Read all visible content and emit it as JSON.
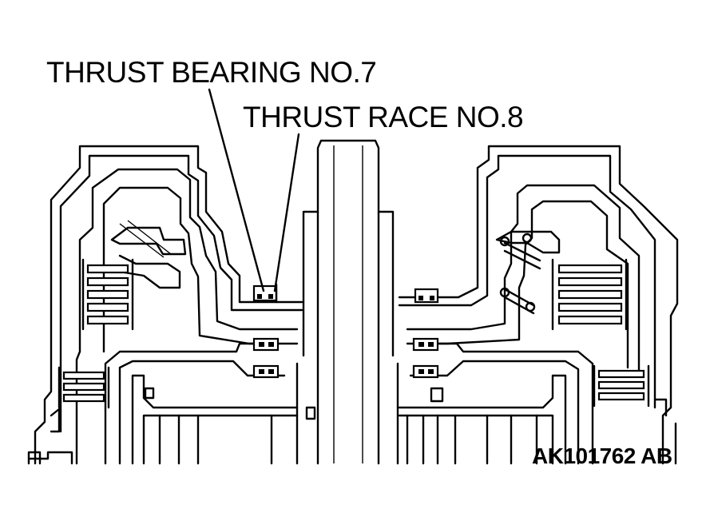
{
  "labels": {
    "thrust_bearing": "THRUST BEARING NO.7",
    "thrust_race": "THRUST RACE NO.8",
    "figure_code": "AK101762 AB"
  },
  "colors": {
    "line": "#000000",
    "background": "#ffffff"
  }
}
